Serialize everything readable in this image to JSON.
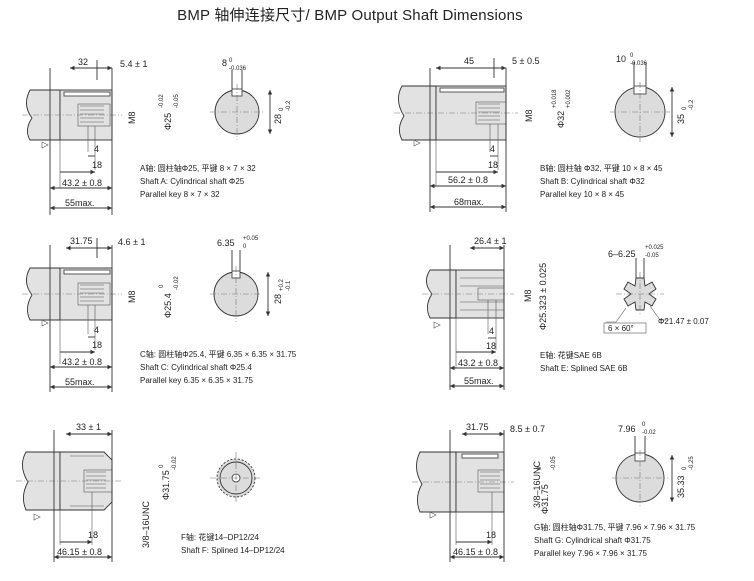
{
  "title": "BMP 轴伸连接尺寸/ BMP Output Shaft Dimensions",
  "shafts": {
    "A": {
      "shaft_len": "32",
      "key_pos": "5.4 ± 1",
      "m8": "M8",
      "dia_main": "Φ25",
      "dia_tol_up": "-0.02",
      "dia_tol_lo": "-0.05",
      "key_w": "8",
      "key_w_up": "0",
      "key_w_lo": "-0.036",
      "key_h": "28",
      "key_h_up": "0",
      "key_h_lo": "-0.2",
      "d4": "4",
      "d18": "18",
      "flange": "43.2 ± 0.8",
      "max": "55max.",
      "desc_cn": "A轴: 圆柱轴Φ25, 平键 8 × 7 × 32",
      "desc_en1": "Shaft A: Cylindrical shaft Φ25",
      "desc_en2": "Parallel key 8 × 7 × 32"
    },
    "B": {
      "shaft_len": "45",
      "key_pos": "5 ± 0.5",
      "m8": "M8",
      "dia_main": "Φ32",
      "dia_tol_up": "+0.018",
      "dia_tol_lo": "+0.002",
      "key_w": "10",
      "key_w_up": "0",
      "key_w_lo": "-0.036",
      "key_h": "35",
      "key_h_up": "0",
      "key_h_lo": "-0.2",
      "d4": "4",
      "d18": "18",
      "flange": "56.2 ± 0.8",
      "max": "68max.",
      "desc_cn": "B轴: 圆柱轴 Φ32, 平键 10 × 8 × 45",
      "desc_en1": "Shaft B: Cylindrical shaft Φ32",
      "desc_en2": "Parallel key 10 × 8 × 45"
    },
    "C": {
      "shaft_len": "31.75",
      "key_pos": "4.6 ± 1",
      "m8": "M8",
      "dia_main": "Φ25.4",
      "dia_tol_up": "0",
      "dia_tol_lo": "-0.02",
      "key_w": "6.35",
      "key_w_up": "+0.05",
      "key_w_lo": "0",
      "key_h": "28",
      "key_h_up": "+0.2",
      "key_h_lo": "-0.1",
      "d4": "4",
      "d18": "18",
      "flange": "43.2 ± 0.8",
      "max": "55max.",
      "desc_cn": "C轴: 圆柱轴Φ25.4, 平键 6.35 × 6.35 × 31.75",
      "desc_en1": "Shaft C: Cylindrical shaft Φ25.4",
      "desc_en2": "Parallel key 6.35 × 6.35 × 31.75"
    },
    "E": {
      "shaft_len": "26.4 ± 1",
      "m8": "M8",
      "dia_main": "Φ25.323 ± 0.025",
      "spline_w": "6–6.25",
      "spline_w_up": "+0.025",
      "spline_w_lo": "-0.05",
      "spline_dia": "Φ21.47 ± 0.07",
      "spline_ang": "6 × 60°",
      "d4": "4",
      "d18": "18",
      "flange": "43.2 ± 0.8",
      "max": "55max.",
      "desc_cn": "E轴: 花键SAE 6B",
      "desc_en1": "Shaft E: Splined SAE 6B"
    },
    "F": {
      "shaft_len": "33 ± 1",
      "thread": "3/8–16UNC",
      "dia_main": "Φ31.75",
      "dia_tol_up": "0",
      "dia_tol_lo": "-0.02",
      "d18": "18",
      "flange": "46.15 ± 0.8",
      "desc_cn": "F轴: 花键14–DP12/24",
      "desc_en1": "Shaft F: Splined 14–DP12/24"
    },
    "G": {
      "shaft_len": "31.75",
      "key_pos": "8.5 ± 0.7",
      "thread": "3/8–16UNC",
      "dia_main": "Φ31.75",
      "dia_tol_up": "0",
      "dia_tol_lo": "-0.05",
      "key_w": "7.96",
      "key_w_up": "0",
      "key_w_lo": "-0.02",
      "key_h": "35.33",
      "key_h_up": "0",
      "key_h_lo": "-0.25",
      "d18": "18",
      "flange": "46.15 ± 0.8",
      "desc_cn": "G轴: 圆柱轴Φ31.75, 平键 7.96 × 7.96 × 31.75",
      "desc_en1": "Shaft G: Cylindrical shaft Φ31.75",
      "desc_en2": "Parallel key 7.96 × 7.96 × 31.75"
    }
  }
}
